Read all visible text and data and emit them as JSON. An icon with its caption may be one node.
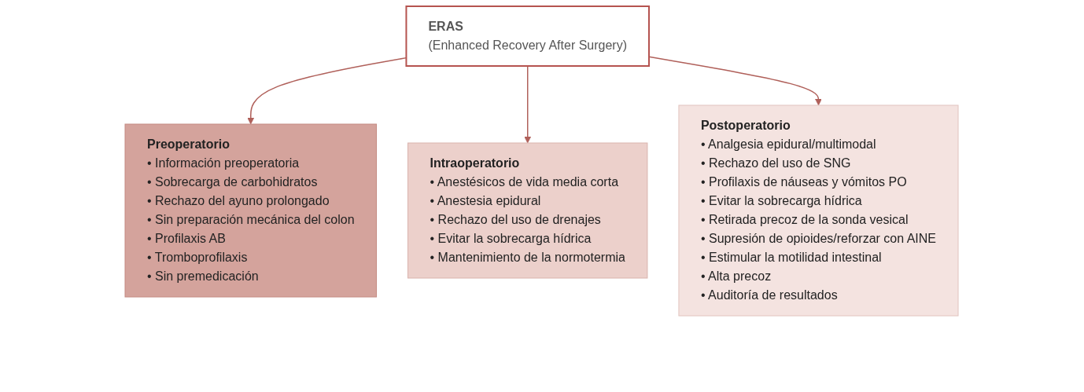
{
  "diagram": {
    "nodes": [
      {
        "text": [
          "ERAS",
          "(Enhanced Recovery After Surgery)"
        ]
      },
      {
        "text": [
          "Preoperatorio",
          "• Información preoperatoria",
          "• Sobrecarga de carbohidratos",
          "• Rechazo del ayuno prolongado",
          "• Sin preparación mecánica del colon",
          "• Profilaxis AB",
          "• Tromboprofilaxis",
          "• Sin premedicación"
        ]
      },
      {
        "text": [
          "Intraoperatorio",
          "• Anestésicos de vida media corta",
          "• Anestesia epidural",
          "• Rechazo del uso de drenajes",
          "• Evitar la sobrecarga hídrica",
          "• Mantenimiento de la normotermia"
        ]
      },
      {
        "text": [
          "Postoperatorio",
          "• Analgesia epidural/multimodal",
          "• Rechazo del uso de SNG",
          "• Profilaxis de náuseas y vómitos PO",
          "• Evitar la sobrecarga hídrica",
          "• Retirada precoz de la sonda vesical",
          "• Supresión de opioides/reforzar con AINE",
          "• Estimular la motilidad intestinal",
          "• Alta precoz",
          "• Auditoría de resultados"
        ]
      }
    ],
    "edges": [
      {
        "from": 0,
        "to": 1,
        "arrow": "to"
      },
      {
        "from": 0,
        "to": 2,
        "arrow": "to"
      },
      {
        "from": 0,
        "to": 3,
        "arrow": "to"
      }
    ]
  }
}
